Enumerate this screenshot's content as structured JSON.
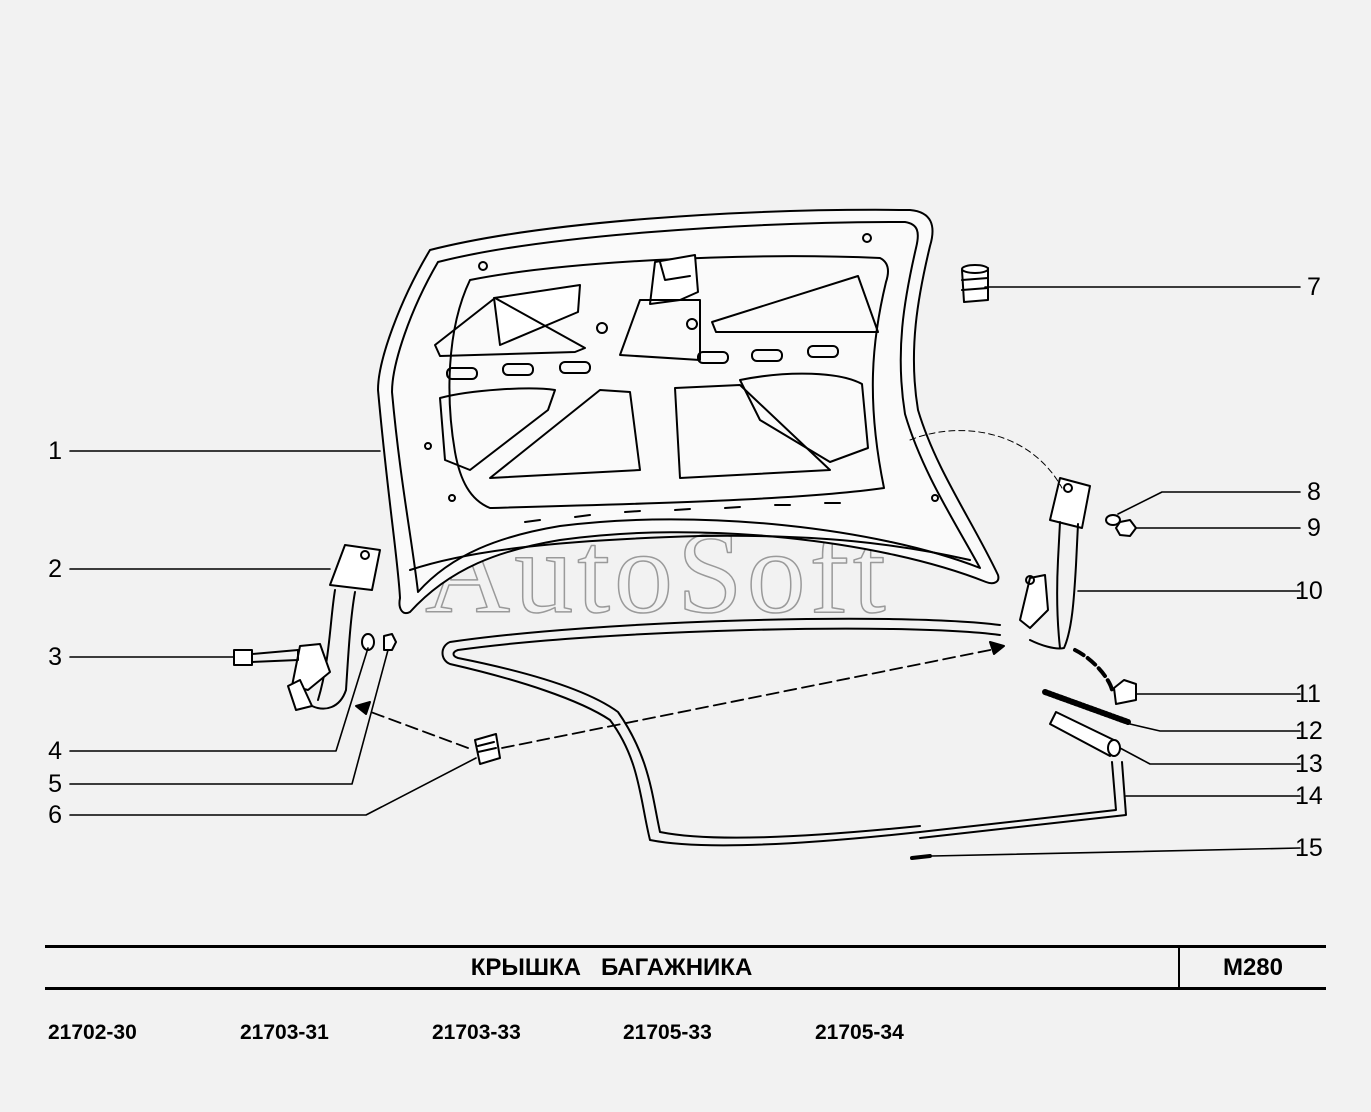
{
  "callouts_left": [
    "1",
    "2",
    "3",
    "4",
    "5",
    "6"
  ],
  "callouts_right": [
    "7",
    "8",
    "9",
    "10",
    "11",
    "12",
    "13",
    "14",
    "15"
  ],
  "watermark": "AutoSoft",
  "title": "КРЫШКА   БАГАЖНИКА",
  "code": "M280",
  "models": [
    "21702-30",
    "21703-31",
    "21703-33",
    "21705-33",
    "21705-34"
  ]
}
